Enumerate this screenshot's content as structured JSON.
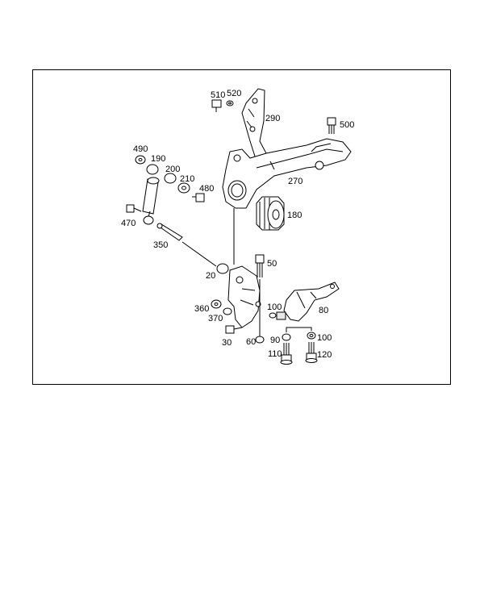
{
  "diagram": {
    "part_labels": {
      "p510": "510",
      "p520": "520",
      "p290": "290",
      "p500": "500",
      "p490": "490",
      "p190": "190",
      "p200": "200",
      "p210": "210",
      "p480": "480",
      "p270": "270",
      "p180": "180",
      "p470": "470",
      "p350": "350",
      "p50": "50",
      "p20": "20",
      "p360": "360",
      "p100a": "100",
      "p80": "80",
      "p370": "370",
      "p90": "90",
      "p100b": "100",
      "p30": "30",
      "p60": "60",
      "p110": "110",
      "p120": "120"
    }
  }
}
